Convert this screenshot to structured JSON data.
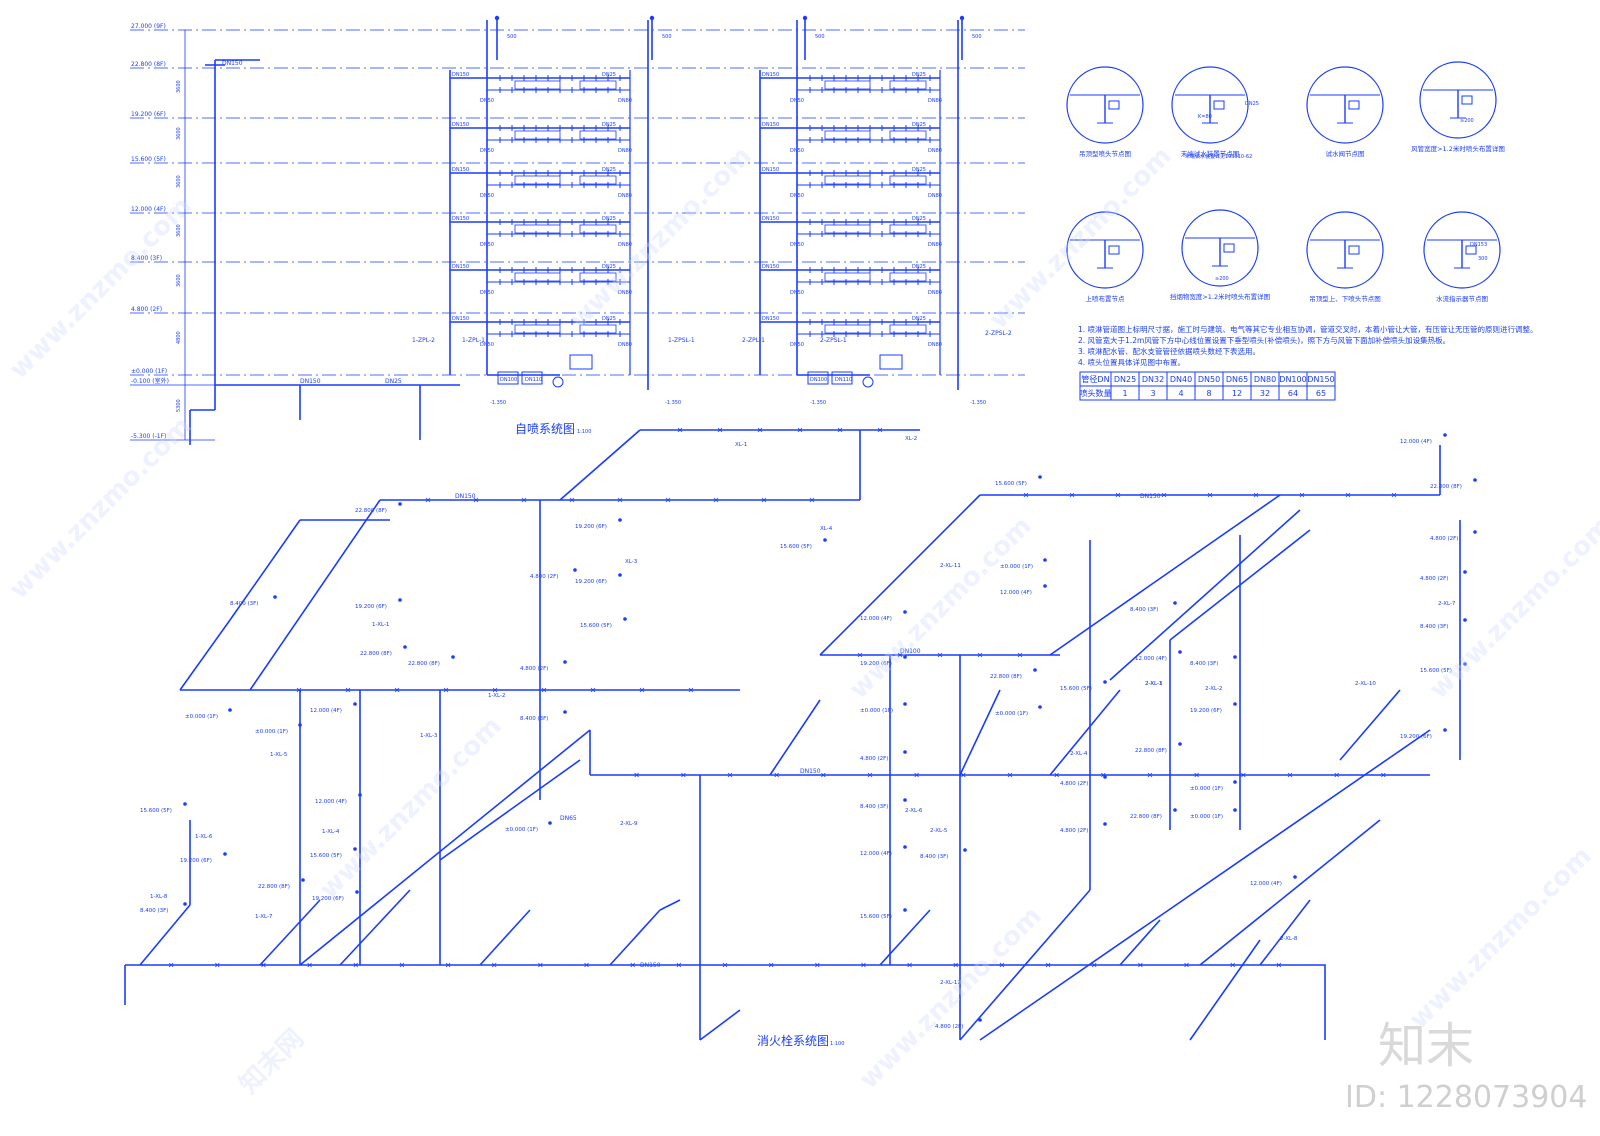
{
  "sprinkler": {
    "title": "自喷系统图",
    "scale": "1:100",
    "levels": [
      {
        "label": "27.000 (9F)"
      },
      {
        "label": "22.800 (8F)"
      },
      {
        "label": "19.200 (6F)"
      },
      {
        "label": "15.600 (5F)"
      },
      {
        "label": "12.000 (4F)"
      },
      {
        "label": "8.400 (3F)"
      },
      {
        "label": "4.800 (2F)"
      },
      {
        "label": "±0.000 (1F)"
      },
      {
        "label": "-0.100 (室外)"
      },
      {
        "label": "-5.300 (-1F)"
      }
    ],
    "story_heights": [
      "3600",
      "3600",
      "3600",
      "3600",
      "3600",
      "4800",
      "5300"
    ],
    "risers": [
      "1-ZPL-2",
      "1-ZPL-1",
      "1-ZPSL-1",
      "2-ZPL-1",
      "2-ZPSL-1",
      "2-ZPSL-2"
    ],
    "pipe_sizes": [
      "DN150",
      "DN100",
      "DN80",
      "DN50",
      "DN25",
      "DN110"
    ],
    "riser_top_size": "500",
    "sections": [
      "-1.350",
      "-1.350",
      "-1.350",
      "-1.350"
    ],
    "valve_size": "DN25"
  },
  "details": {
    "items": [
      {
        "caption": "吊顶型喷头节点图"
      },
      {
        "caption": "末端试水装置节点图"
      },
      {
        "caption": "试水阀节点图"
      },
      {
        "caption": "风管宽度>1.2米时喷头布置详图"
      },
      {
        "caption": "上喷布置节点"
      },
      {
        "caption": "挡烟物宽度>1.2米时喷头布置详图"
      },
      {
        "caption": "吊顶型上、下喷头节点图"
      },
      {
        "caption": "水流指示器节点图"
      }
    ],
    "sub_labels": [
      "DN25",
      "K=80",
      "≥200",
      "DN153",
      "≥200",
      "300"
    ],
    "standard_note": "末端试水装置详见19S910-62"
  },
  "notes": [
    "1. 喷淋管道图上标明尺寸据，施工时与建筑、电气等其它专业相互协调，管道交叉时，本着小管让大管，有压管让无压管的原则进行调整。",
    "2. 风管宽大于1.2m风管下方中心线位置设置下垂型喷头(补偿喷头)，照下方与风管下面加补偿喷头加设集热板。",
    "3. 喷淋配水管、配水支管管径依据喷头数经下表选用。",
    "4. 喷头位置具体详见图中布置。"
  ],
  "pipe_table": {
    "headers": [
      "管径DN",
      "DN25",
      "DN32",
      "DN40",
      "DN50",
      "DN65",
      "DN80",
      "DN100",
      "DN150"
    ],
    "row": [
      "喷头数量",
      "1",
      "3",
      "4",
      "8",
      "12",
      "32",
      "64",
      "65"
    ]
  },
  "hydrant": {
    "title": "消火栓系统图",
    "scale": "1:100",
    "riser_labels": [
      "1-XL-1",
      "1-XL-2",
      "1-XL-3",
      "1-XL-4",
      "1-XL-5",
      "1-XL-6",
      "1-XL-7",
      "1-XL-8",
      "XL-1",
      "XL-2",
      "XL-3",
      "XL-4",
      "2-XL-1",
      "2-XL-2",
      "2-XL-3",
      "2-XL-4",
      "2-XL-5",
      "2-XL-6",
      "2-XL-7",
      "2-XL-8",
      "2-XL-9",
      "2-XL-10",
      "2-XL-11",
      "2-XL-12"
    ],
    "elevations": [
      "22.800 (8F)",
      "19.200 (6F)",
      "15.600 (5F)",
      "12.000 (4F)",
      "8.400 (3F)",
      "4.800 (2F)",
      "±0.000 (1F)"
    ],
    "pipe_sizes": [
      "DN150",
      "DN100",
      "DN65",
      "DN25"
    ]
  },
  "watermark": {
    "brand": "知末",
    "id": "ID: 1228073904",
    "site": "www.znzmo.com",
    "site_cn": "知末网"
  },
  "colors": {
    "line": "#1a3cff",
    "background": "#ffffff"
  }
}
